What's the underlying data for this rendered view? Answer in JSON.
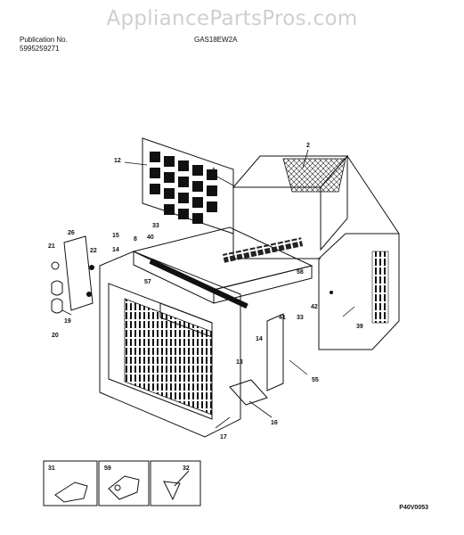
{
  "watermark": "AppliancePartsPros.com",
  "header": {
    "publication_label": "Publication No.",
    "publication_number": "5995259271",
    "model": "GAS18EW2A"
  },
  "callouts": [
    "1",
    "2",
    "12",
    "21",
    "26",
    "22",
    "19",
    "20",
    "15",
    "14",
    "8",
    "40",
    "33",
    "57",
    "58",
    "41",
    "33",
    "42",
    "39",
    "14",
    "13",
    "55",
    "16",
    "17",
    "31",
    "59",
    "32"
  ],
  "footer_code": "P40V0053"
}
